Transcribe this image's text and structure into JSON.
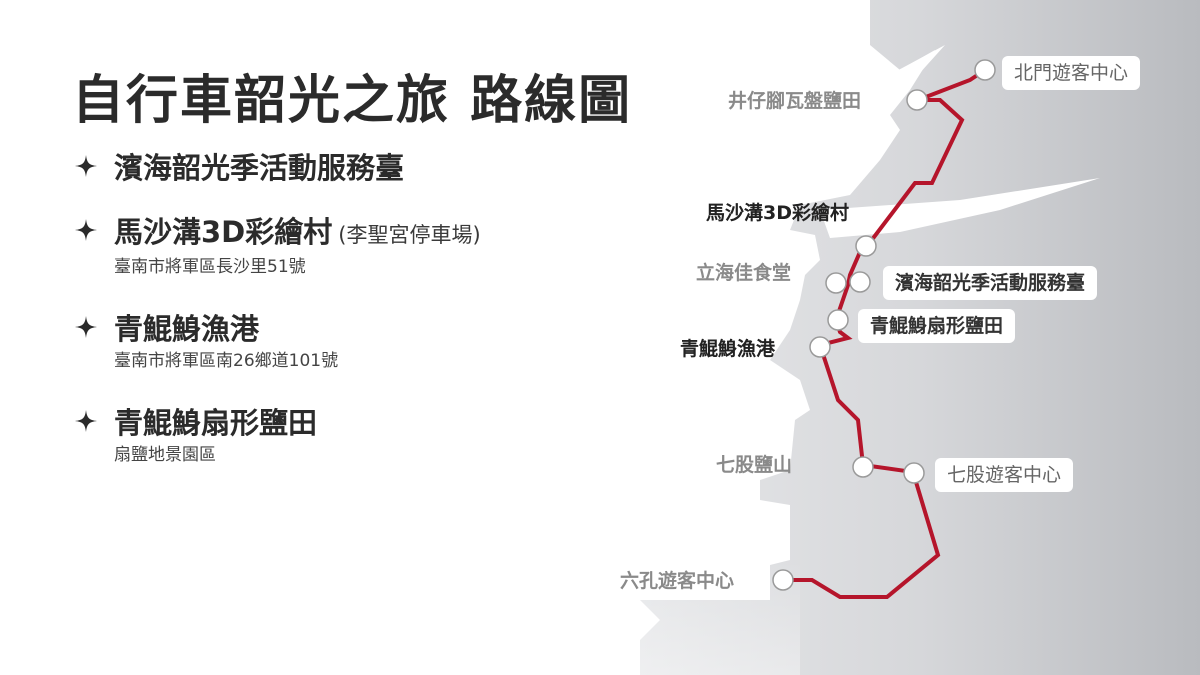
{
  "title": "自行車韶光之旅 路線圖",
  "stops_list": [
    {
      "name": "濱海韶光季活動服務臺",
      "note": "",
      "address": ""
    },
    {
      "name": "馬沙溝3D彩繪村",
      "note": "(李聖宮停車場)",
      "address": "臺南市將軍區長沙里51號"
    },
    {
      "name": "青鯤鯓漁港",
      "note": "",
      "address": "臺南市將軍區南26鄉道101號"
    },
    {
      "name": "青鯤鯓扇形鹽田",
      "note": "",
      "address": "扇鹽地景園區"
    }
  ],
  "bullet_icon": "four-point-star-icon",
  "map": {
    "colors": {
      "route": "#b5152b",
      "land": "#d9dadc",
      "land_dark": "#c7c8cb",
      "node_fill": "#ffffff",
      "node_stroke": "#9a9a9a",
      "text_dark": "#2b2b2b",
      "text_grey": "#8a8a8a"
    },
    "labels": [
      {
        "id": "beimen",
        "text": "北門遊客中心"
      },
      {
        "id": "jingzaijiao",
        "text": "井仔腳瓦盤鹽田"
      },
      {
        "id": "mashagou",
        "text": "馬沙溝3D彩繪村"
      },
      {
        "id": "lihai",
        "text": "立海佳食堂"
      },
      {
        "id": "service",
        "text": "濱海韶光季活動服務臺"
      },
      {
        "id": "fan_saltfield",
        "text": "青鯤鯓扇形鹽田"
      },
      {
        "id": "harbor",
        "text": "青鯤鯓漁港"
      },
      {
        "id": "salt_mountain",
        "text": "七股鹽山"
      },
      {
        "id": "qigu_visitor",
        "text": "七股遊客中心"
      },
      {
        "id": "liukong_visitor",
        "text": "六孔遊客中心"
      }
    ]
  }
}
